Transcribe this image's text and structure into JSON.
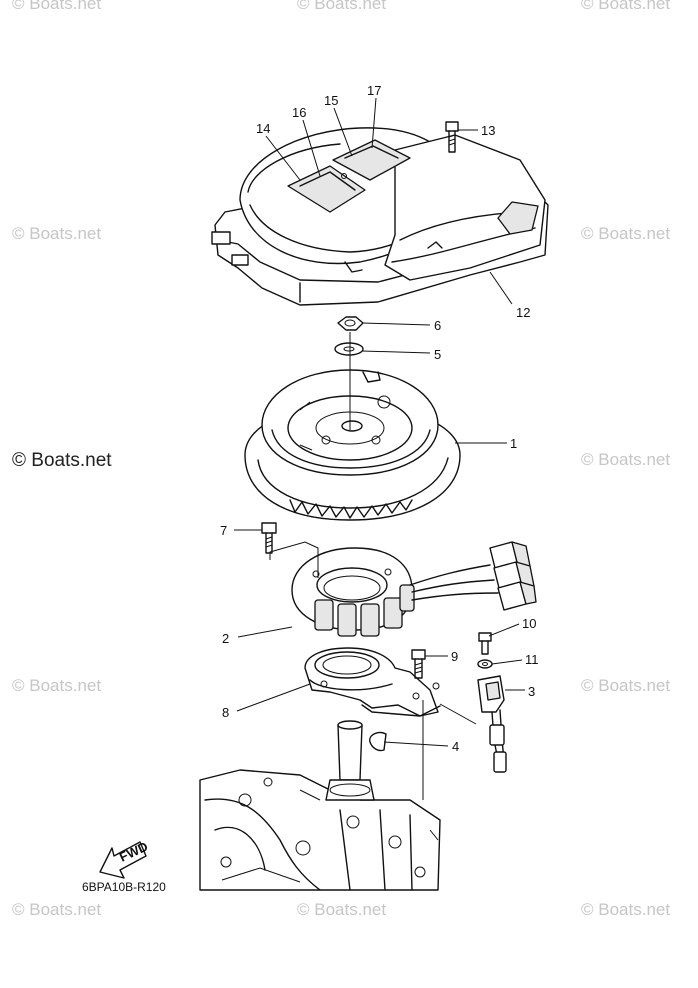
{
  "watermarks": {
    "text": "© Boats.net",
    "main_text": "© Boats.net"
  },
  "diagram_code": "6BPA10B-R120",
  "fwd_label": "FWD",
  "callouts": [
    "1",
    "2",
    "3",
    "4",
    "5",
    "6",
    "7",
    "8",
    "9",
    "10",
    "11",
    "12",
    "13",
    "14",
    "15",
    "16",
    "17"
  ]
}
